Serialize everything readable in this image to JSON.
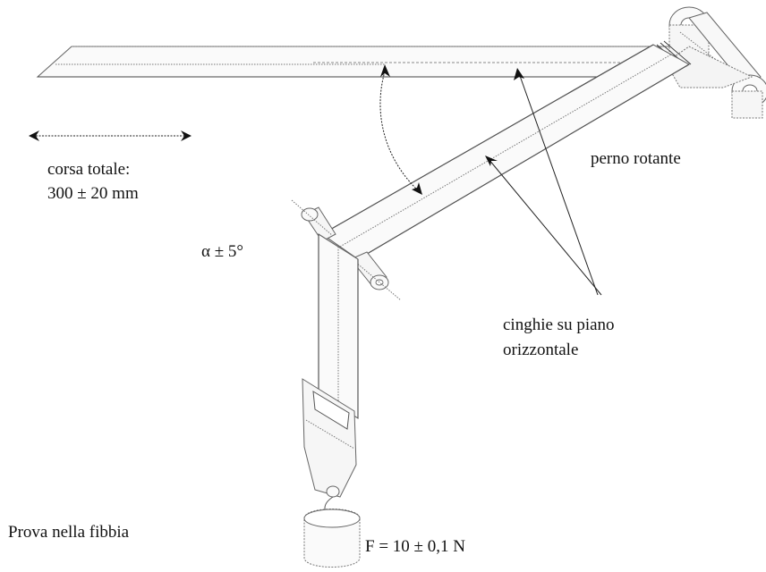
{
  "labels": {
    "stroke_total_1": "corsa totale:",
    "stroke_total_2": "300 ± 20 mm",
    "pivot": "perno rotante",
    "angle": "α ± 5°",
    "straps_1": "cinghie su piano",
    "straps_2": "orizzontale",
    "test": "Prova nella fibbia",
    "force": "F = 10 ± 0,1 N"
  }
}
